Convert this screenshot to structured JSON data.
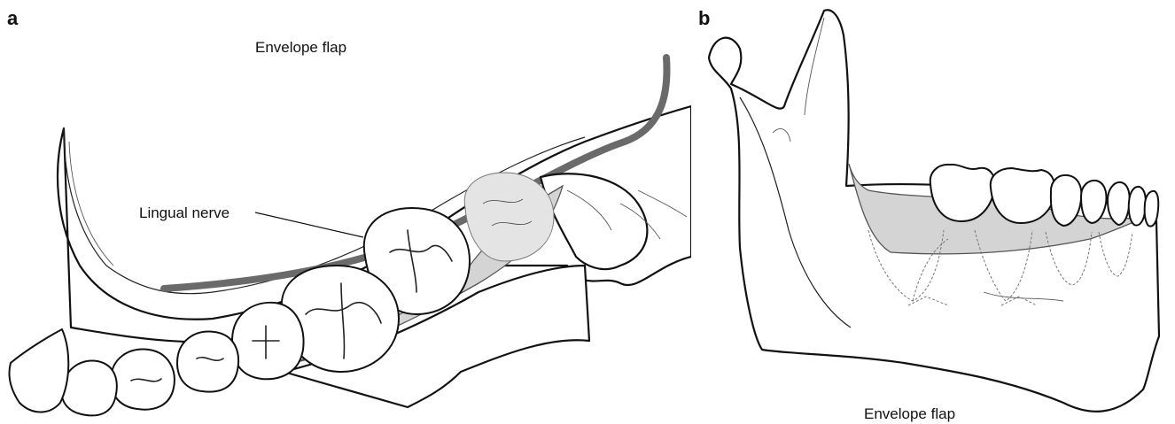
{
  "panel_a": {
    "label": "a",
    "title": "Envelope flap",
    "callout": "Lingual nerve"
  },
  "panel_b": {
    "label": "b",
    "caption": "Envelope flap"
  },
  "colors": {
    "line": "#111111",
    "flap_shading": "#d4d4d4",
    "nerve": "#6a6a6a"
  }
}
